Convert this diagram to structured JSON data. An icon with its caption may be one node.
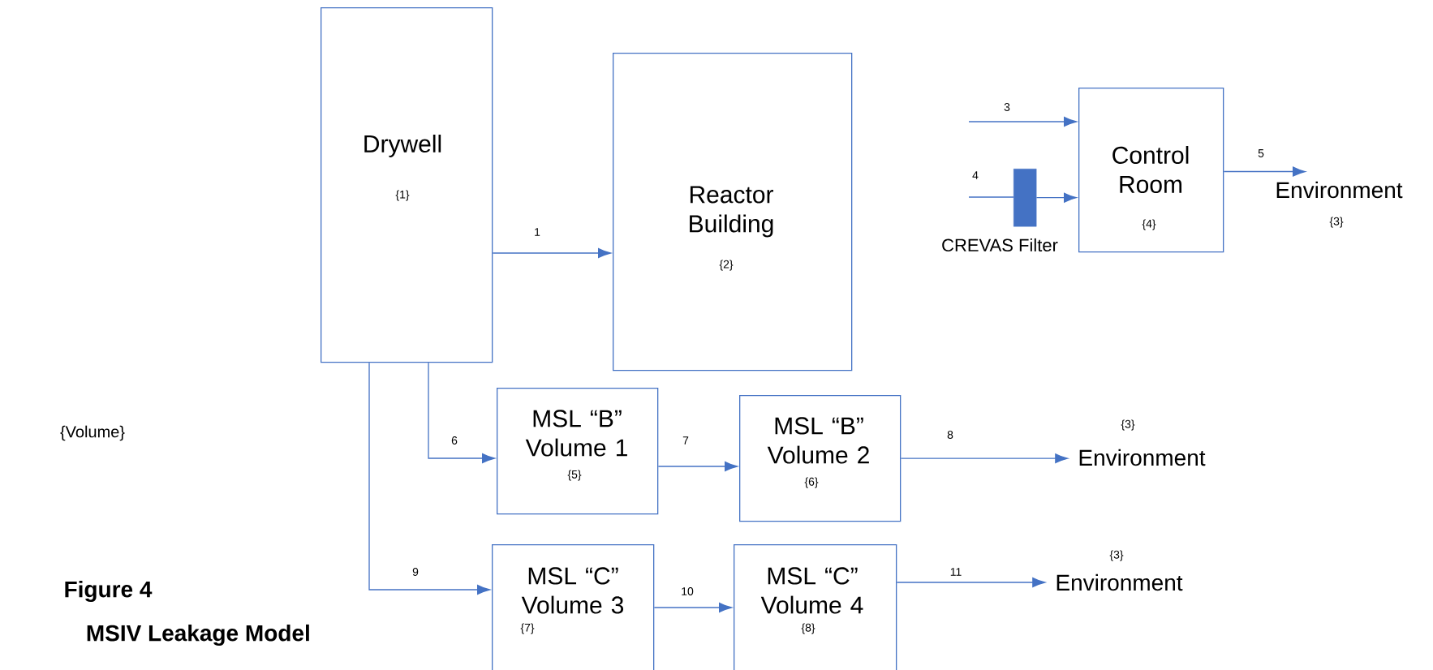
{
  "diagram": {
    "title": "Figure 4",
    "caption": "MSIV Leakage Model",
    "nodes": [
      {
        "text": [
          "Drywell",
          "{1}"
        ]
      },
      {
        "text": [
          "Reactor Building",
          "{2}"
        ]
      },
      {
        "text": [
          "CREVAS Filter"
        ]
      },
      {
        "text": [
          "Control Room",
          "{4}"
        ]
      },
      {
        "text": [
          "Environment"
        ],
        "beside": [
          "{3}"
        ]
      },
      {
        "text": [
          "MSL “B” Volume 1",
          "{5}"
        ]
      },
      {
        "text": [
          "MSL “B” Volume 2",
          "{6}"
        ]
      },
      {
        "text": [
          "Environment"
        ],
        "beside": [
          "{3}"
        ]
      },
      {
        "text": [
          "MSL “C” Volume 3",
          "{7}"
        ]
      },
      {
        "text": [
          "MSL “C” Volume 4",
          "{8}"
        ]
      },
      {
        "text": [
          "Environment"
        ],
        "beside": [
          "{3}"
        ]
      }
    ],
    "edges": [
      {
        "from": 0,
        "to": 1,
        "arrow": "to",
        "label": "1"
      },
      {
        "from": null,
        "to": 3,
        "arrow": "to",
        "label": "3"
      },
      {
        "from": null,
        "to": 2,
        "arrow": "none",
        "label": "4"
      },
      {
        "from": 2,
        "to": 3,
        "arrow": "to"
      },
      {
        "from": 3,
        "to": 4,
        "arrow": "to",
        "label": "5"
      },
      {
        "from": 0,
        "to": 5,
        "arrow": "to",
        "label": "6"
      },
      {
        "from": 5,
        "to": 6,
        "arrow": "to",
        "label": "7"
      },
      {
        "from": 6,
        "to": 7,
        "arrow": "to",
        "label": "8"
      },
      {
        "from": 0,
        "to": 8,
        "arrow": "to",
        "label": "9"
      },
      {
        "from": 8,
        "to": 9,
        "arrow": "to",
        "label": "10"
      },
      {
        "from": 9,
        "to": 10,
        "arrow": "to",
        "label": "11"
      }
    ],
    "labels": [
      "{Volume}"
    ]
  }
}
